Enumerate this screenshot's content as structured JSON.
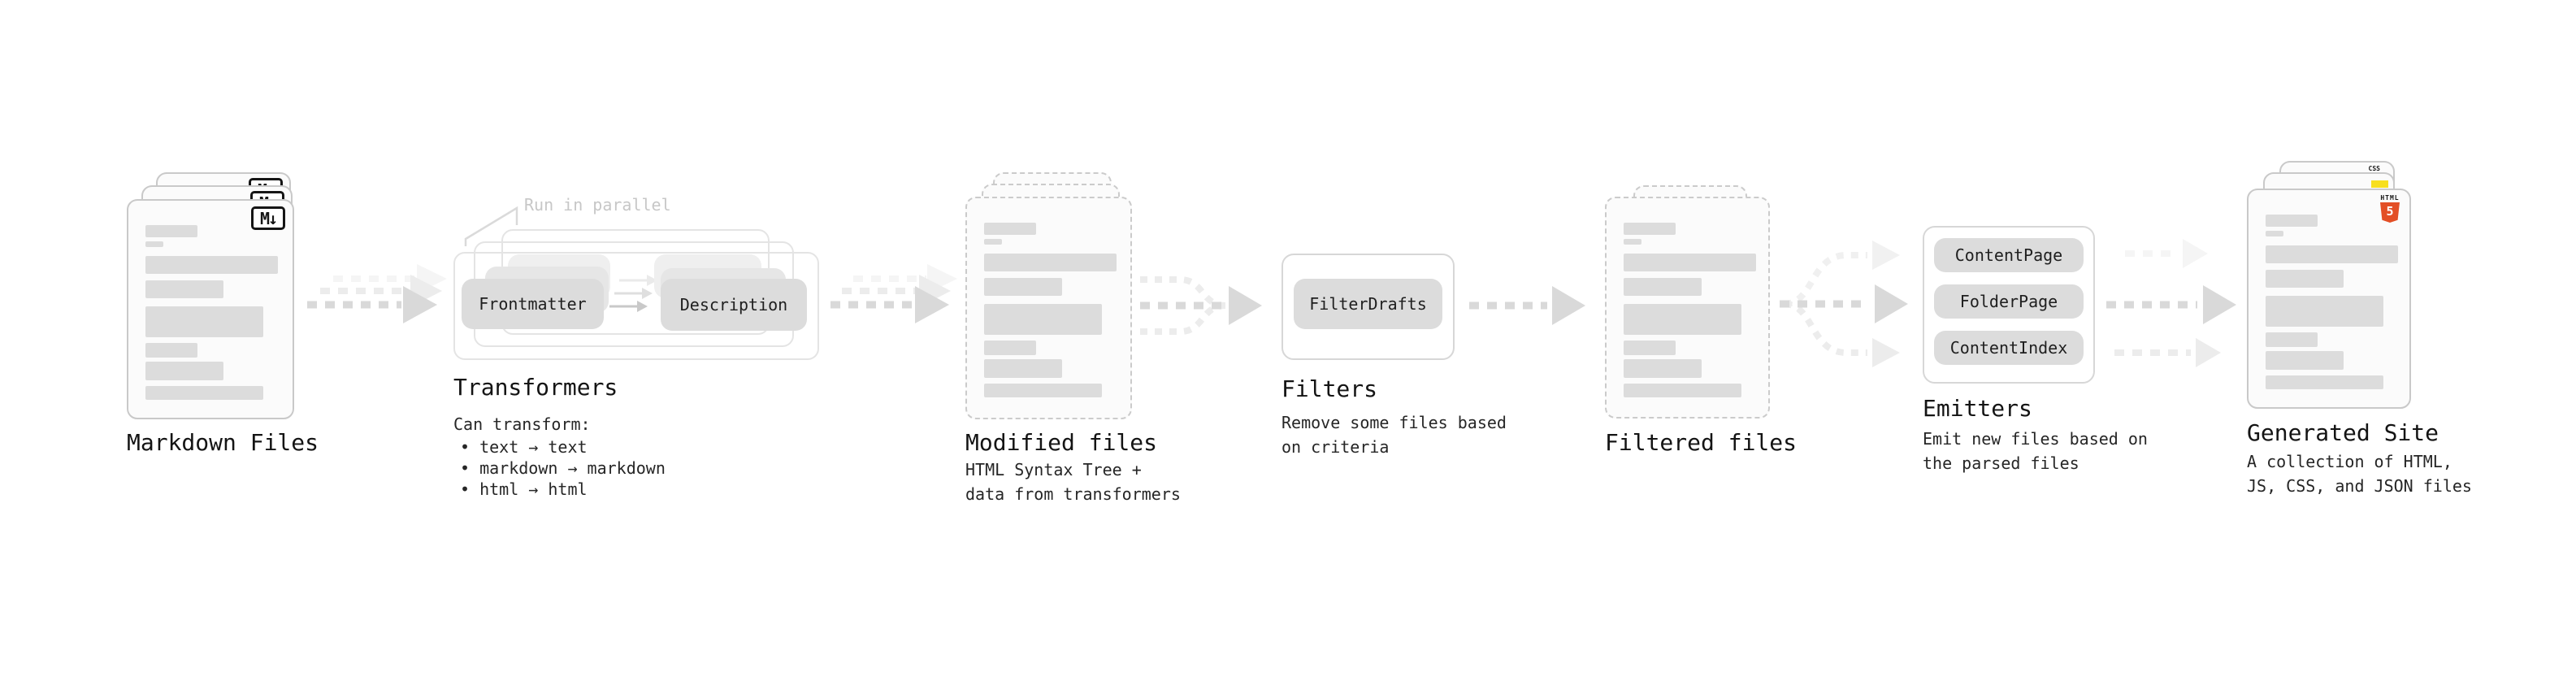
{
  "stages": {
    "markdown": {
      "label": "Markdown Files"
    },
    "transformers": {
      "label": "Transformers",
      "annotation": "Run in parallel",
      "pill_frontmatter": "Frontmatter",
      "pill_description": "Description",
      "caption_title": "Can transform:",
      "bullet_1": "• text → text",
      "bullet_2": "• markdown → markdown",
      "bullet_3": "• html → html"
    },
    "modified": {
      "label": "Modified files",
      "caption_1": "HTML Syntax Tree +",
      "caption_2": "data from transformers"
    },
    "filters": {
      "label": "Filters",
      "pill_filterdrafts": "FilterDrafts",
      "caption_1": "Remove some files based",
      "caption_2": "on criteria"
    },
    "filtered": {
      "label": "Filtered files"
    },
    "emitters": {
      "label": "Emitters",
      "pill_contentpage": "ContentPage",
      "pill_folderpage": "FolderPage",
      "pill_contentindex": "ContentIndex",
      "caption_1": "Emit new files based on",
      "caption_2": "the parsed files"
    },
    "generated": {
      "label": "Generated Site",
      "caption_1": "A collection of HTML,",
      "caption_2": "JS, CSS, and JSON files"
    }
  },
  "badges": {
    "markdown": "M↓",
    "css": "CSS",
    "html_word": "HTML",
    "html_number": "5"
  },
  "colors": {
    "html5_orange": "#e34f26",
    "js_yellow": "#f7df1e",
    "css_blue": "#2e63e7",
    "arrow_gray": "#d9d9d9",
    "bar_gray": "#dcdcdc",
    "pill_gray": "#dcdcdc"
  }
}
